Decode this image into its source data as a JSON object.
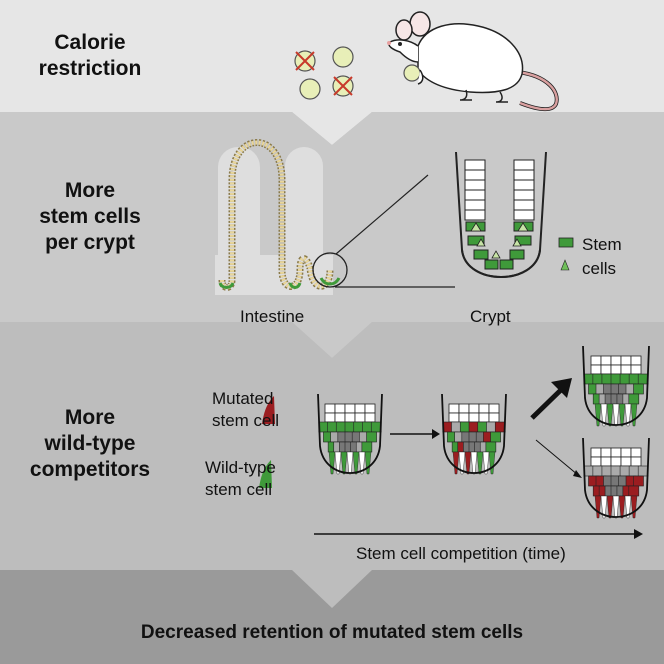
{
  "panels": {
    "calorie": {
      "line1": "Calorie",
      "line2": "restriction"
    },
    "stem": {
      "line1": "More",
      "line2": "stem cells",
      "line3": "per crypt"
    },
    "competitors": {
      "line1": "More",
      "line2": "wild-type",
      "line3": "competitors"
    }
  },
  "labels": {
    "intestine": "Intestine",
    "crypt": "Crypt",
    "stem_cells_1": "Stem",
    "stem_cells_2": "cells",
    "mutated_1": "Mutated",
    "mutated_2": "stem cell",
    "wildtype_1": "Wild-type",
    "wildtype_2": "stem cell",
    "time_axis": "Stem cell competition (time)"
  },
  "conclusion": "Decreased retention of mutated stem cells",
  "colors": {
    "top_band": "#e6e6e6",
    "middle_band": "#c9c9c9",
    "lower_band": "#bdbdbd",
    "bottom_band": "#9a9a9a",
    "stem_green": "#3f9a3a",
    "light_green": "#c7e3a6",
    "mutated_red": "#9b1d20",
    "pellet": "#e8efb8",
    "cross": "#c83a2a"
  },
  "icons": [
    "mouse-icon",
    "food-pellet-icon",
    "crossed-pellet-icon",
    "crypt-icon",
    "arrow-icon"
  ]
}
